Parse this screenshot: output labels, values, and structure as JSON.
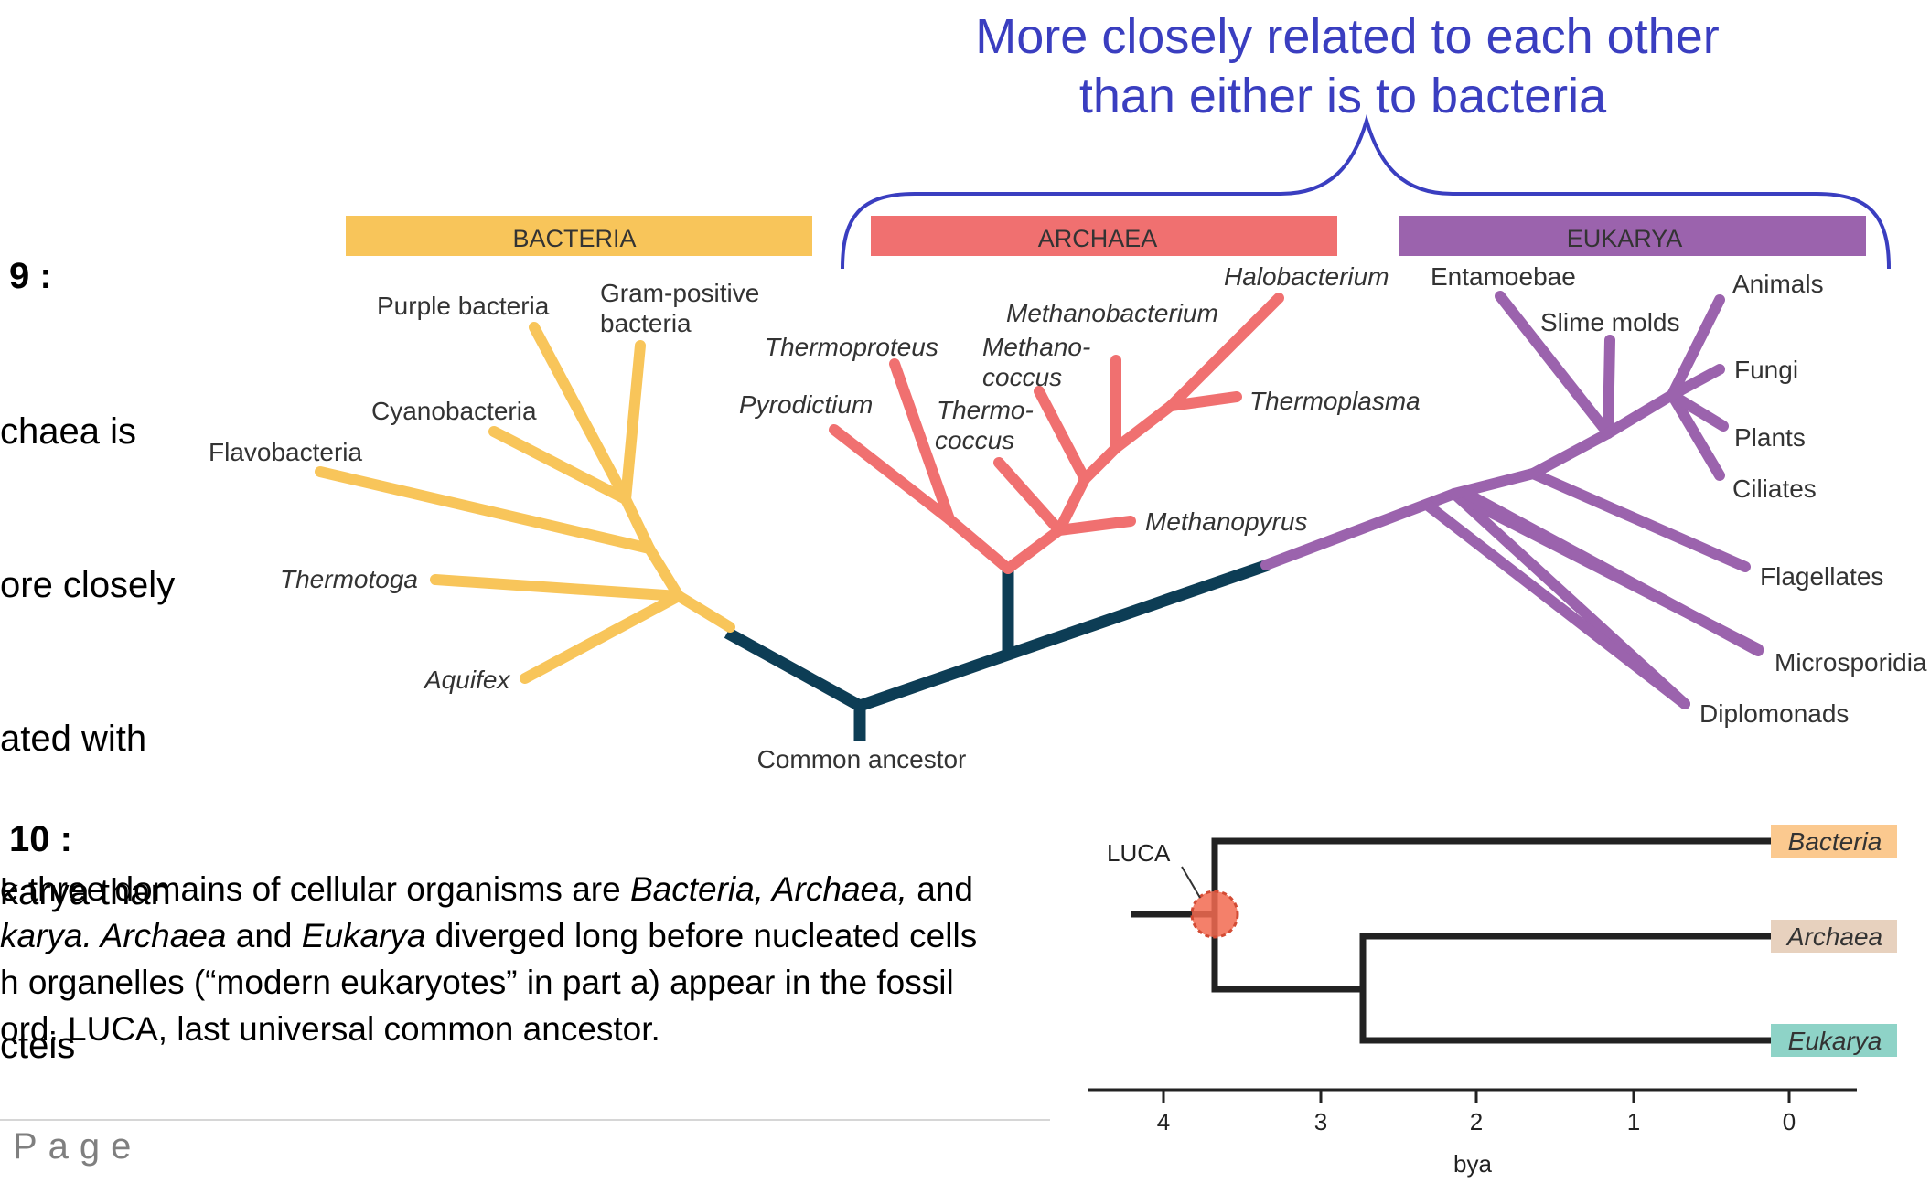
{
  "figure9": {
    "label": "9 :",
    "caption_lines": [
      "chaea is",
      "ore closely",
      "ated with",
      "karya than",
      "cteis"
    ]
  },
  "tree": {
    "bracket_text": [
      "More closely related to each other",
      "than either is to bacteria"
    ],
    "domains": [
      {
        "key": "bacteria",
        "label": "BACTERIA",
        "color": "#f8c55a"
      },
      {
        "key": "archaea",
        "label": "ARCHAEA",
        "color": "#f07070"
      },
      {
        "key": "eukarya",
        "label": "EUKARYA",
        "color": "#9b63ad"
      }
    ],
    "root_label": "Common ancestor",
    "bacteria_taxa": [
      {
        "label": "Purple bacteria",
        "italic": false
      },
      {
        "label": "Gram-positive",
        "italic": false
      },
      {
        "label": "bacteria",
        "italic": false
      },
      {
        "label": "Cyanobacteria",
        "italic": false
      },
      {
        "label": "Flavobacteria",
        "italic": false
      },
      {
        "label": "Thermotoga",
        "italic": true
      },
      {
        "label": "Aquifex",
        "italic": true
      }
    ],
    "archaea_taxa": [
      {
        "label": "Halobacterium",
        "italic": true
      },
      {
        "label": "Methanobacterium",
        "italic": true
      },
      {
        "label": "Thermoproteus",
        "italic": true
      },
      {
        "label": "Methano-",
        "italic": true
      },
      {
        "label": "coccus",
        "italic": true
      },
      {
        "label": "Pyrodictium",
        "italic": true
      },
      {
        "label": "Thermo-",
        "italic": true
      },
      {
        "label": "coccus",
        "italic": true
      },
      {
        "label": "Thermoplasma",
        "italic": true
      },
      {
        "label": "Methanopyrus",
        "italic": true
      }
    ],
    "eukarya_taxa": [
      {
        "label": "Entamoebae",
        "italic": false
      },
      {
        "label": "Slime molds",
        "italic": false
      },
      {
        "label": "Animals",
        "italic": false
      },
      {
        "label": "Fungi",
        "italic": false
      },
      {
        "label": "Plants",
        "italic": false
      },
      {
        "label": "Ciliates",
        "italic": false
      },
      {
        "label": "Flagellates",
        "italic": false
      },
      {
        "label": "Microsporidia",
        "italic": false
      },
      {
        "label": "Diplomonads",
        "italic": false
      }
    ]
  },
  "figure10": {
    "label": "10 :",
    "caption_lines": [
      [
        {
          "t": "e three domains of cellular organisms are ",
          "i": false
        },
        {
          "t": "Bacteria, Archaea,",
          "i": true
        },
        {
          "t": " and",
          "i": false
        }
      ],
      [
        {
          "t": "karya. Archaea",
          "i": true
        },
        {
          "t": " and ",
          "i": false
        },
        {
          "t": "Eukarya",
          "i": true
        },
        {
          "t": " diverged long before nucleated cells",
          "i": false
        }
      ],
      [
        {
          "t": "h organelles (“modern eukaryotes” in part a) appear in the fossil",
          "i": false
        }
      ],
      [
        {
          "t": "ord. LUCA, last universal common ancestor.",
          "i": false
        }
      ]
    ]
  },
  "timeline": {
    "luca_label": "LUCA",
    "taxa": [
      {
        "label": "Bacteria",
        "color": "#fbc98f"
      },
      {
        "label": "Archaea",
        "color": "#e7d1be"
      },
      {
        "label": "Eukarya",
        "color": "#8ed3c7"
      }
    ],
    "axis_ticks": [
      "4",
      "3",
      "2",
      "1",
      "0"
    ],
    "axis_label": "bya"
  },
  "footer": {
    "page_text": "Page"
  }
}
